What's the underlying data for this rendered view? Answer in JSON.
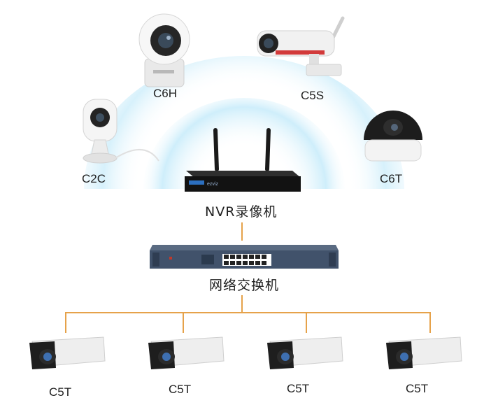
{
  "devices": {
    "c6h": {
      "label": "C6H",
      "icon": "pan-tilt-camera-icon"
    },
    "c5s": {
      "label": "C5S",
      "icon": "bullet-camera-icon"
    },
    "c2c": {
      "label": "C2C",
      "icon": "mini-camera-icon"
    },
    "c6t": {
      "label": "C6T",
      "icon": "dome-camera-icon"
    }
  },
  "nvr": {
    "label": "NVR录像机",
    "icon": "nvr-recorder-icon",
    "brand": "ezviz"
  },
  "switch": {
    "label": "网络交换机",
    "icon": "network-switch-icon"
  },
  "bottom_cameras": [
    {
      "label": "C5T",
      "icon": "bullet-camera-icon"
    },
    {
      "label": "C5T",
      "icon": "bullet-camera-icon"
    },
    {
      "label": "C5T",
      "icon": "bullet-camera-icon"
    },
    {
      "label": "C5T",
      "icon": "bullet-camera-icon"
    }
  ],
  "colors": {
    "wifi_arc": "#dff3fb",
    "connector": "#e6a24a",
    "device_body": "#f2f2f2",
    "device_dark": "#1b1b1b"
  }
}
